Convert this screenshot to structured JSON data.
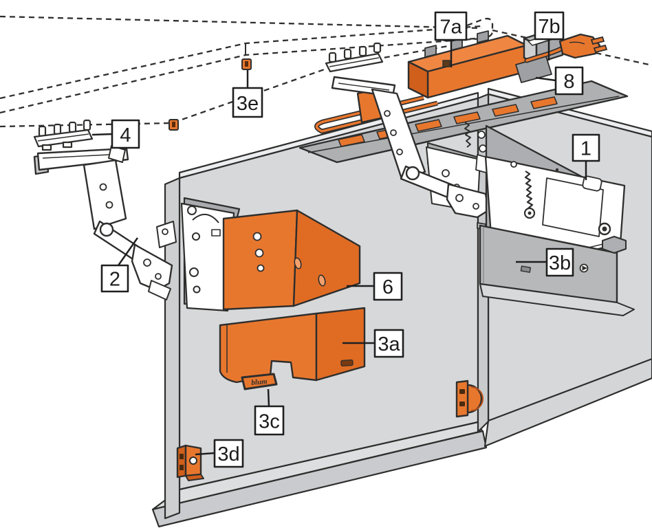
{
  "figure": {
    "kind": "exploded-parts-diagram",
    "subject": "cabinet lift mechanism with servo drive",
    "background": "#ffffff"
  },
  "brand": {
    "logo": "blum"
  },
  "colors": {
    "accent_orange": "#E8772E",
    "accent_orange_dark": "#D05F1B",
    "accent_orange_light": "#EF8743",
    "cabinet_gray": "#D7D8DA",
    "panel_edge_gray": "#CDCFD1",
    "part_gray": "#B0B2B4",
    "cover_gray": "#B6B8BA",
    "outline_dark": "#2E2E2D",
    "label_border": "#1F1F1F",
    "white": "#FFFFFF"
  },
  "callouts": {
    "c1": {
      "text": "1"
    },
    "c2": {
      "text": "2"
    },
    "c3a": {
      "text": "3a"
    },
    "c3b": {
      "text": "3b"
    },
    "c3c": {
      "text": "3c"
    },
    "c3d": {
      "text": "3d"
    },
    "c3e": {
      "text": "3e"
    },
    "c4": {
      "text": "4"
    },
    "c6": {
      "text": "6"
    },
    "c7a": {
      "text": "7a"
    },
    "c7b": {
      "text": "7b"
    },
    "c8": {
      "text": "8"
    }
  }
}
